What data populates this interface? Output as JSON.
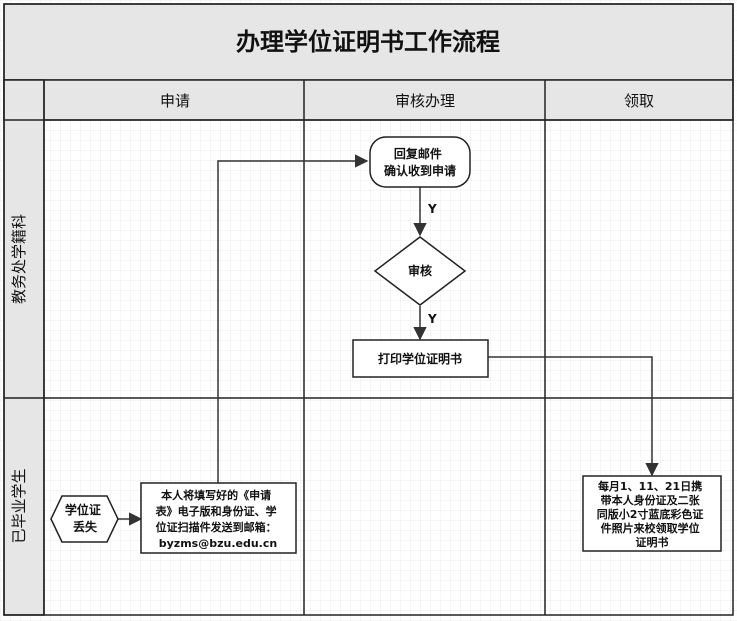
{
  "title": "办理学位证明书工作流程",
  "columns": {
    "apply": "申请",
    "review": "审核办理",
    "collect": "领取"
  },
  "lanes": {
    "registry": "教务处学籍科",
    "graduate": "已毕业学生"
  },
  "nodes": {
    "start": [
      "学位证",
      "丢失"
    ],
    "submit": [
      "本人将填写好的《申请",
      "表》电子版和身份证、学",
      "位证扫描件发送到邮箱：",
      "byzms@bzu.edu.cn"
    ],
    "reply": [
      "回复邮件",
      "确认收到申请"
    ],
    "review": "审核",
    "print": "打印学位证明书",
    "collect": [
      "每月1、11、21日携",
      "带本人身份证及二张",
      "同版小2寸蓝底彩色证",
      "件照片来校领取学位",
      "证明书"
    ]
  },
  "edges": {
    "yes1": "Y",
    "yes2": "Y"
  }
}
